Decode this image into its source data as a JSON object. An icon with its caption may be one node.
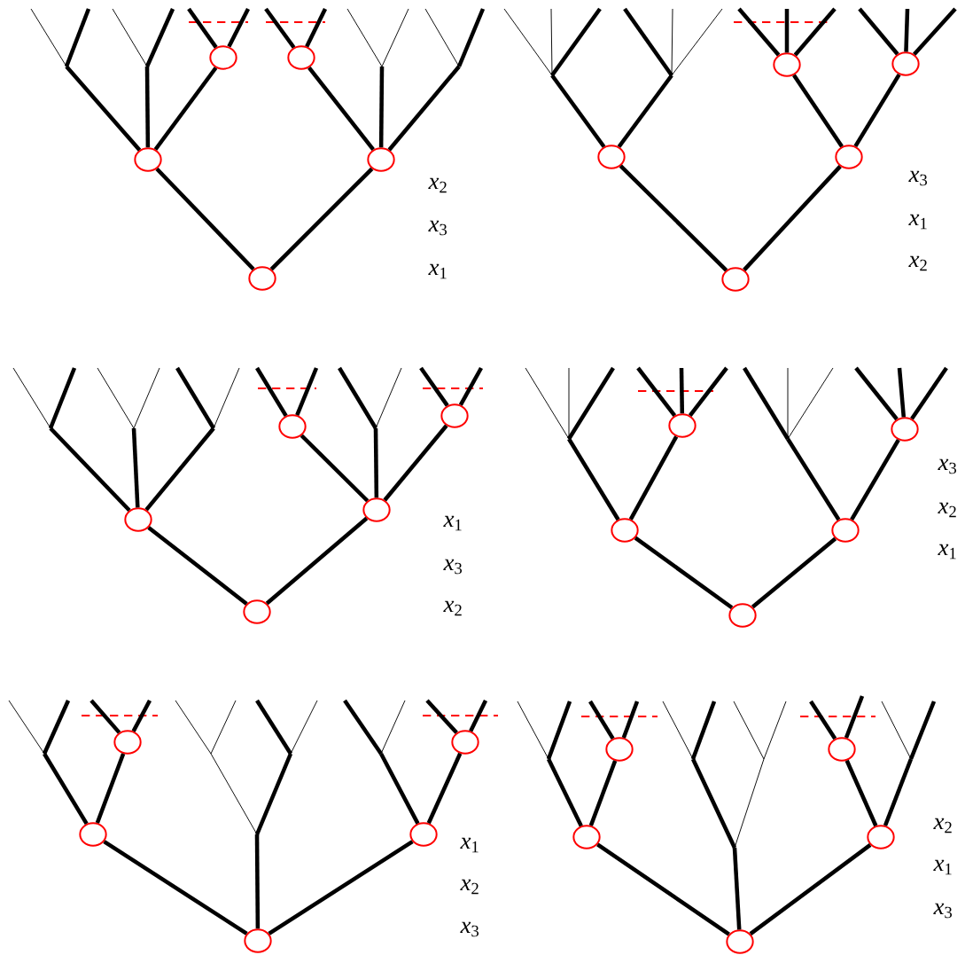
{
  "diagram": {
    "nodes": [
      {
        "text": [],
        "shape": "circle"
      },
      {
        "text": [],
        "shape": "circle"
      },
      {
        "text": [],
        "shape": "circle"
      },
      {
        "text": [],
        "shape": "circle"
      },
      {
        "text": [],
        "shape": "circle"
      },
      {
        "text": [],
        "shape": "circle"
      },
      {
        "text": [],
        "shape": "circle"
      },
      {
        "text": [],
        "shape": "circle"
      },
      {
        "text": [],
        "shape": "circle"
      },
      {
        "text": [],
        "shape": "circle"
      },
      {
        "text": [],
        "shape": "circle"
      },
      {
        "text": [],
        "shape": "circle"
      },
      {
        "text": [],
        "shape": "circle"
      },
      {
        "text": [],
        "shape": "circle"
      },
      {
        "text": [],
        "shape": "circle"
      },
      {
        "text": [],
        "shape": "circle"
      },
      {
        "text": [],
        "shape": "circle"
      },
      {
        "text": [],
        "shape": "circle"
      },
      {
        "text": [],
        "shape": "circle"
      },
      {
        "text": [],
        "shape": "circle"
      },
      {
        "text": [],
        "shape": "circle"
      },
      {
        "text": [],
        "shape": "circle"
      },
      {
        "text": [],
        "shape": "circle"
      },
      {
        "text": [],
        "shape": "circle"
      },
      {
        "text": [],
        "shape": "circle"
      },
      {
        "text": [],
        "shape": "circle"
      },
      {
        "text": [],
        "shape": "circle"
      },
      {
        "text": [],
        "shape": "circle"
      },
      {
        "text": [],
        "shape": "circle"
      },
      {
        "text": [],
        "shape": "circle"
      }
    ],
    "edges": [
      {
        "from": 4,
        "to": 2,
        "arrow": "none"
      },
      {
        "from": 4,
        "to": 3,
        "arrow": "none"
      },
      {
        "from": 2,
        "to": null,
        "arrow": "none"
      },
      {
        "from": 2,
        "to": null,
        "arrow": "none"
      },
      {
        "from": 2,
        "to": 0,
        "arrow": "none"
      },
      {
        "from": 0,
        "to": null,
        "arrow": "none"
      },
      {
        "from": 0,
        "to": null,
        "arrow": "none"
      },
      {
        "from": 3,
        "to": 1,
        "arrow": "none"
      },
      {
        "from": 1,
        "to": null,
        "arrow": "none"
      },
      {
        "from": 1,
        "to": null,
        "arrow": "none"
      },
      {
        "from": 3,
        "to": null,
        "arrow": "none"
      },
      {
        "from": 3,
        "to": null,
        "arrow": "none"
      },
      {
        "from": 9,
        "to": 7,
        "arrow": "none"
      },
      {
        "from": 9,
        "to": 8,
        "arrow": "none"
      },
      {
        "from": 7,
        "to": null,
        "arrow": "none"
      },
      {
        "from": 7,
        "to": null,
        "arrow": "none"
      },
      {
        "from": 8,
        "to": 5,
        "arrow": "none"
      },
      {
        "from": 8,
        "to": 6,
        "arrow": "none"
      },
      {
        "from": 5,
        "to": null,
        "arrow": "none"
      },
      {
        "from": 5,
        "to": null,
        "arrow": "none"
      },
      {
        "from": 5,
        "to": null,
        "arrow": "none"
      },
      {
        "from": 6,
        "to": null,
        "arrow": "none"
      },
      {
        "from": 6,
        "to": null,
        "arrow": "none"
      },
      {
        "from": 6,
        "to": null,
        "arrow": "none"
      },
      {
        "from": 14,
        "to": 12,
        "arrow": "none"
      },
      {
        "from": 14,
        "to": 13,
        "arrow": "none"
      },
      {
        "from": 12,
        "to": null,
        "arrow": "none"
      },
      {
        "from": 12,
        "to": null,
        "arrow": "none"
      },
      {
        "from": 12,
        "to": null,
        "arrow": "none"
      },
      {
        "from": 13,
        "to": 10,
        "arrow": "none"
      },
      {
        "from": 10,
        "to": null,
        "arrow": "none"
      },
      {
        "from": 10,
        "to": null,
        "arrow": "none"
      },
      {
        "from": 13,
        "to": null,
        "arrow": "none"
      },
      {
        "from": 13,
        "to": 11,
        "arrow": "none"
      },
      {
        "from": 11,
        "to": null,
        "arrow": "none"
      },
      {
        "from": 11,
        "to": null,
        "arrow": "none"
      },
      {
        "from": 19,
        "to": 17,
        "arrow": "none"
      },
      {
        "from": 19,
        "to": 18,
        "arrow": "none"
      },
      {
        "from": 17,
        "to": null,
        "arrow": "none"
      },
      {
        "from": 17,
        "to": 15,
        "arrow": "none"
      },
      {
        "from": 15,
        "to": null,
        "arrow": "none"
      },
      {
        "from": 15,
        "to": null,
        "arrow": "none"
      },
      {
        "from": 15,
        "to": null,
        "arrow": "none"
      },
      {
        "from": 18,
        "to": null,
        "arrow": "none"
      },
      {
        "from": 18,
        "to": 16,
        "arrow": "none"
      },
      {
        "from": 16,
        "to": null,
        "arrow": "none"
      },
      {
        "from": 16,
        "to": null,
        "arrow": "none"
      },
      {
        "from": 16,
        "to": null,
        "arrow": "none"
      },
      {
        "from": 24,
        "to": 22,
        "arrow": "none"
      },
      {
        "from": 24,
        "to": null,
        "arrow": "none"
      },
      {
        "from": 24,
        "to": 23,
        "arrow": "none"
      },
      {
        "from": 22,
        "to": null,
        "arrow": "none"
      },
      {
        "from": 22,
        "to": 20,
        "arrow": "none"
      },
      {
        "from": 20,
        "to": null,
        "arrow": "none"
      },
      {
        "from": 20,
        "to": null,
        "arrow": "none"
      },
      {
        "from": 23,
        "to": null,
        "arrow": "none"
      },
      {
        "from": 23,
        "to": 21,
        "arrow": "none"
      },
      {
        "from": 21,
        "to": null,
        "arrow": "none"
      },
      {
        "from": 21,
        "to": null,
        "arrow": "none"
      },
      {
        "from": 29,
        "to": 27,
        "arrow": "none"
      },
      {
        "from": 29,
        "to": null,
        "arrow": "none"
      },
      {
        "from": 29,
        "to": 28,
        "arrow": "none"
      },
      {
        "from": 27,
        "to": null,
        "arrow": "none"
      },
      {
        "from": 27,
        "to": 25,
        "arrow": "none"
      },
      {
        "from": 25,
        "to": null,
        "arrow": "none"
      },
      {
        "from": 25,
        "to": null,
        "arrow": "none"
      },
      {
        "from": 28,
        "to": 26,
        "arrow": "none"
      },
      {
        "from": 26,
        "to": null,
        "arrow": "none"
      },
      {
        "from": 26,
        "to": null,
        "arrow": "none"
      },
      {
        "from": 28,
        "to": null,
        "arrow": "none"
      }
    ],
    "labels": [
      "*x*$_{2}$",
      "*x*$_{3}$",
      "*x*$_{1}$",
      "*x*$_{3}$",
      "*x*$_{1}$",
      "*x*$_{2}$",
      "*x*$_{1}$",
      "*x*$_{3}$",
      "*x*$_{2}$",
      "*x*$_{3}$",
      "*x*$_{2}$",
      "*x*$_{1}$",
      "*x*$_{1}$",
      "*x*$_{2}$",
      "*x*$_{3}$",
      "*x*$_{2}$",
      "*x*$_{1}$",
      "*x*$_{3}$"
    ]
  }
}
